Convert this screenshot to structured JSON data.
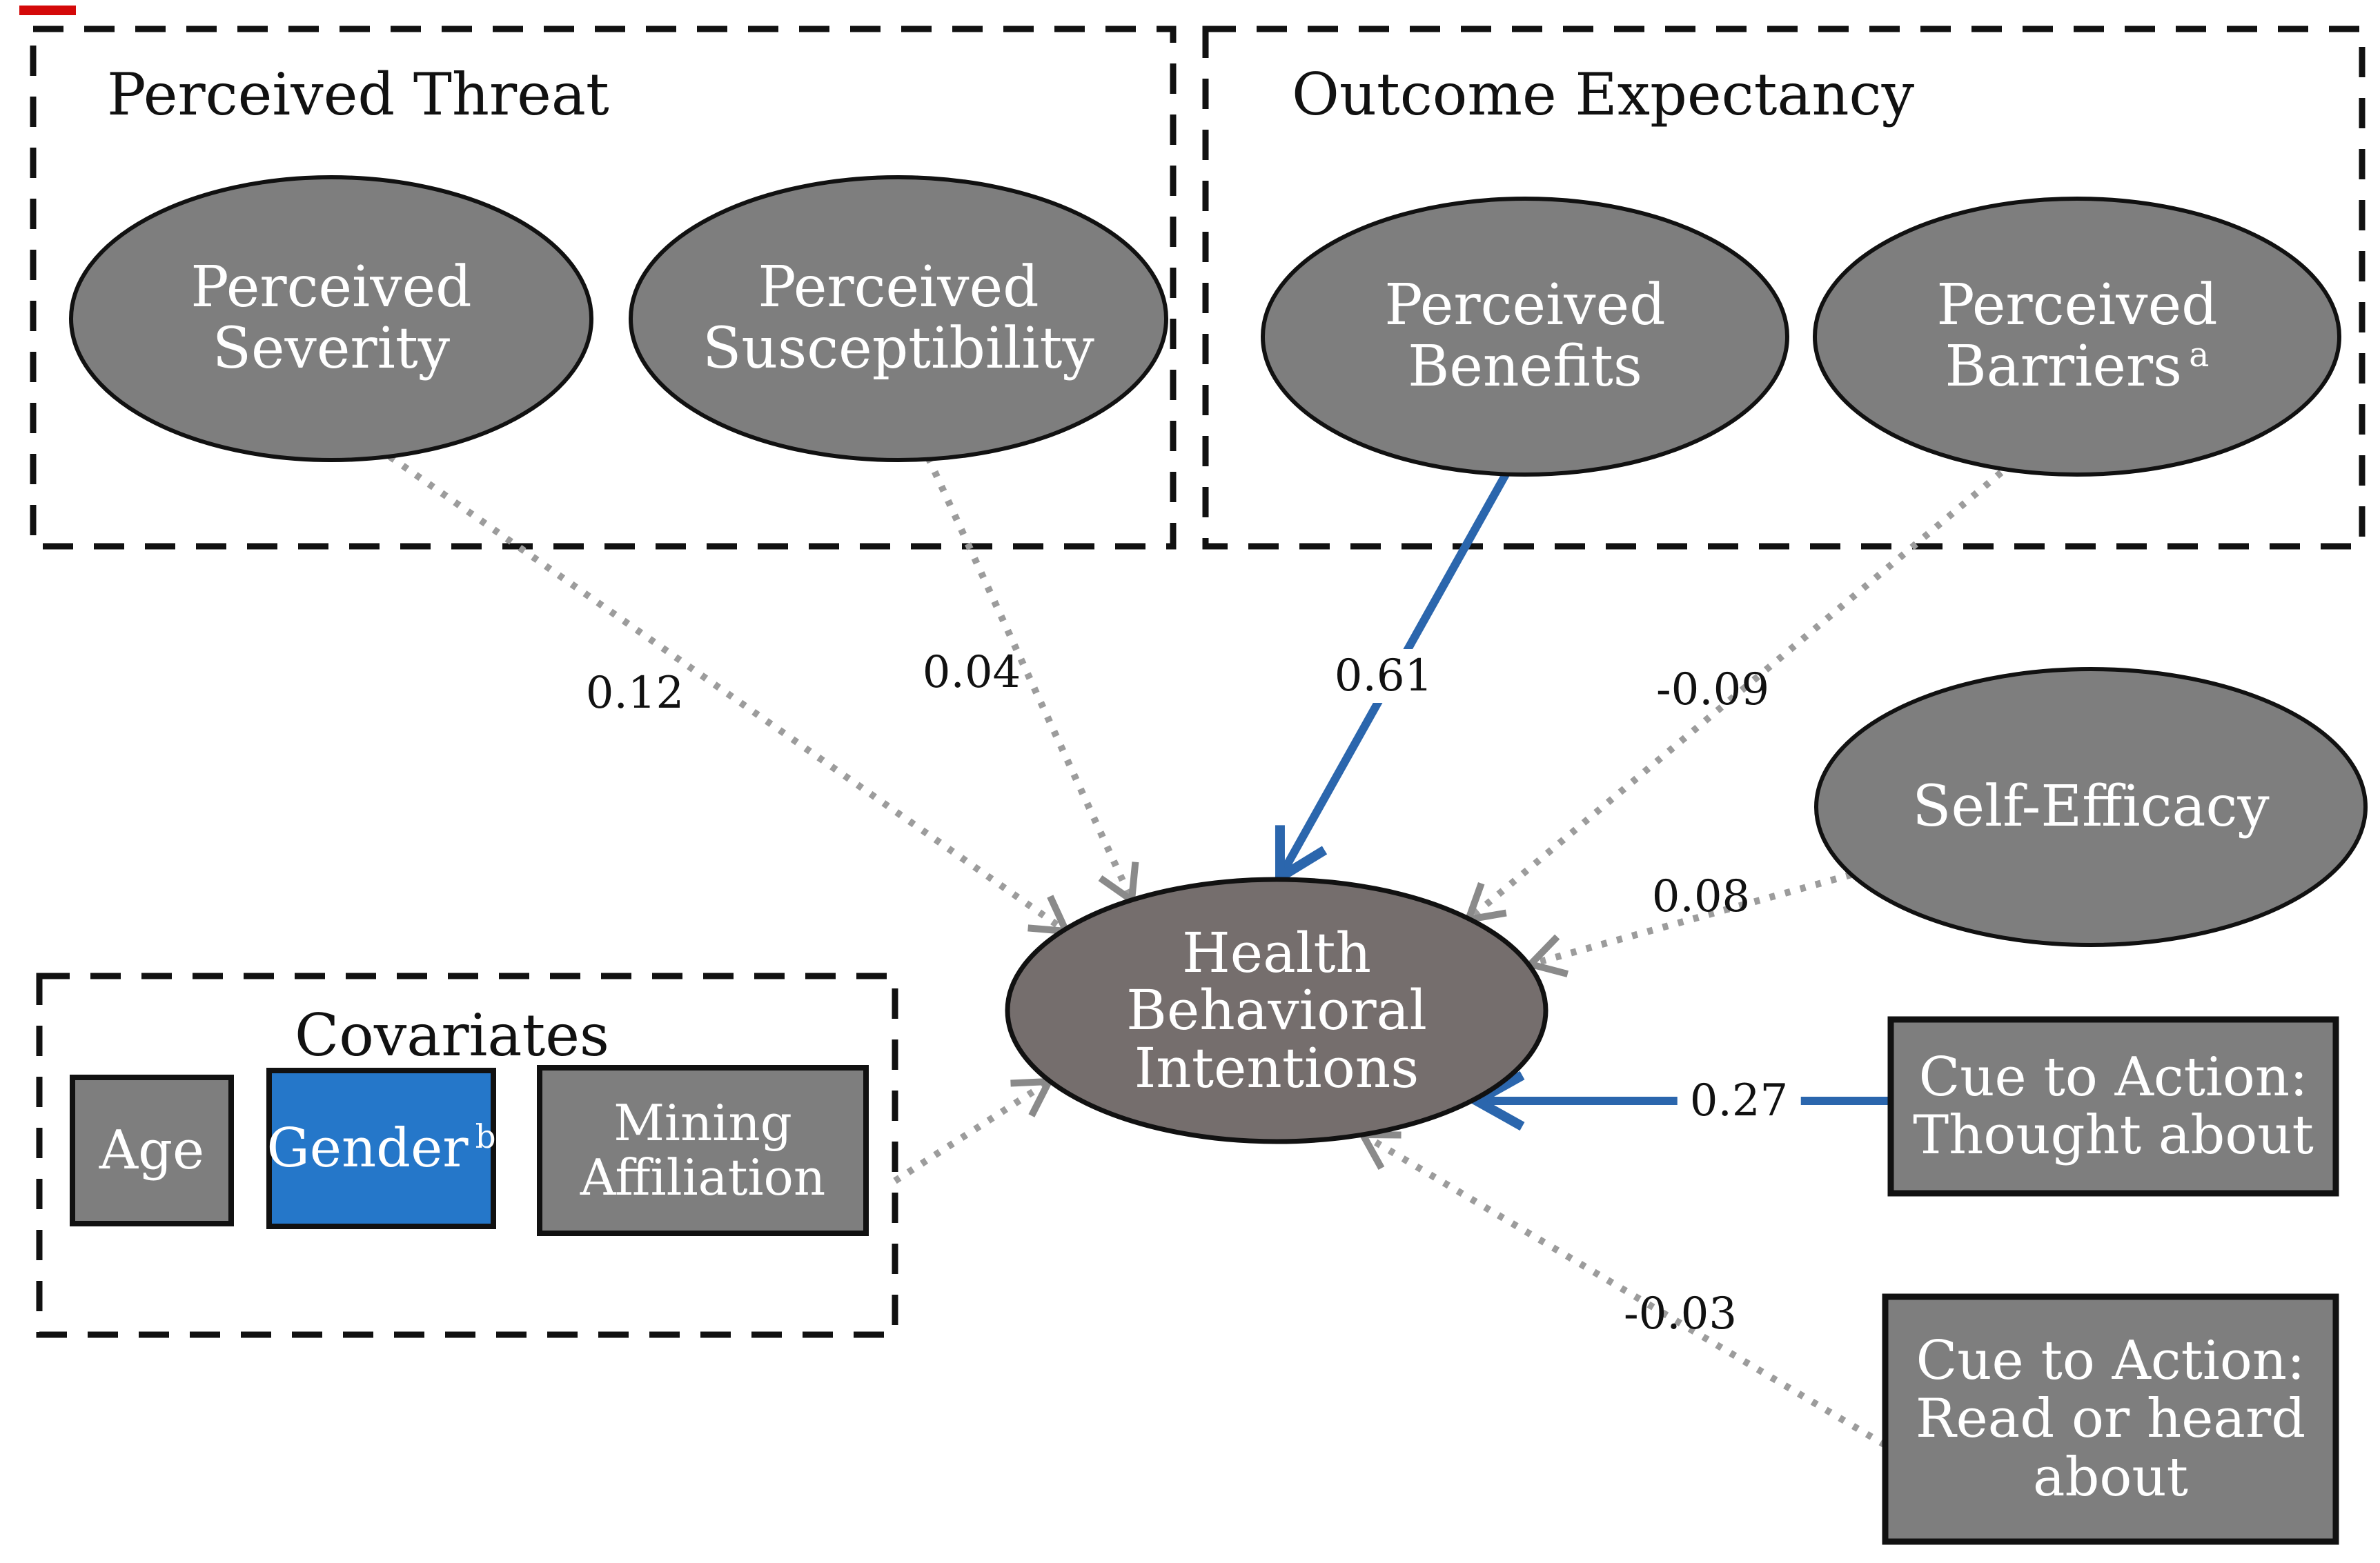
{
  "diagram": {
    "titles": {
      "perceived_threat": "Perceived Threat",
      "outcome_expectancy": "Outcome Expectancy",
      "covariates": "Covariates"
    },
    "nodes": {
      "perceived_severity": {
        "lines": [
          "Perceived",
          "Severity"
        ]
      },
      "perceived_susceptibility": {
        "lines": [
          "Perceived",
          "Susceptibility"
        ]
      },
      "perceived_benefits": {
        "lines": [
          "Perceived",
          "Benefits"
        ]
      },
      "perceived_barriers": {
        "lines": [
          "Perceived",
          "Barriers"
        ],
        "superscript": "a"
      },
      "self_efficacy": {
        "lines": [
          "Self-Efficacy"
        ]
      },
      "health_behavioral_intentions": {
        "lines": [
          "Health",
          "Behavioral",
          "Intentions"
        ]
      },
      "cue_thought_about": {
        "lines": [
          "Cue to Action:",
          "Thought about"
        ]
      },
      "cue_read_heard": {
        "lines": [
          "Cue to Action:",
          "Read or heard",
          "about"
        ]
      },
      "age": {
        "lines": [
          "Age"
        ]
      },
      "gender": {
        "lines": [
          "Gender"
        ],
        "superscript": "b"
      },
      "mining_affiliation": {
        "lines": [
          "Mining",
          "Affiliation"
        ]
      }
    },
    "paths": [
      {
        "from": "Perceived Severity",
        "to": "Health Behavioral Intentions",
        "coefficient": "0.12",
        "style": "dotted-gray"
      },
      {
        "from": "Perceived Susceptibility",
        "to": "Health Behavioral Intentions",
        "coefficient": "0.04",
        "style": "dotted-gray"
      },
      {
        "from": "Perceived Benefits",
        "to": "Health Behavioral Intentions",
        "coefficient": "0.61",
        "style": "solid-blue"
      },
      {
        "from": "Perceived Barriers",
        "to": "Health Behavioral Intentions",
        "coefficient": "-0.09",
        "style": "dotted-gray"
      },
      {
        "from": "Self-Efficacy",
        "to": "Health Behavioral Intentions",
        "coefficient": "0.08",
        "style": "dotted-gray"
      },
      {
        "from": "Cue to Action: Thought about",
        "to": "Health Behavioral Intentions",
        "coefficient": "0.27",
        "style": "solid-blue"
      },
      {
        "from": "Cue to Action: Read or heard about",
        "to": "Health Behavioral Intentions",
        "coefficient": "-0.03",
        "style": "dotted-gray"
      },
      {
        "from": "Covariates",
        "to": "Health Behavioral Intentions",
        "coefficient": "",
        "style": "dotted-gray"
      }
    ],
    "colors": {
      "node_gray": "#7E7E7E",
      "outcome_gray": "#756E6D",
      "gender_blue": "#2577C9",
      "arrow_blue": "#2B66AD",
      "dotted_gray": "#9C9C9C",
      "arrowhead_gray": "#8A8A8A",
      "shape_border": "#111111"
    }
  }
}
